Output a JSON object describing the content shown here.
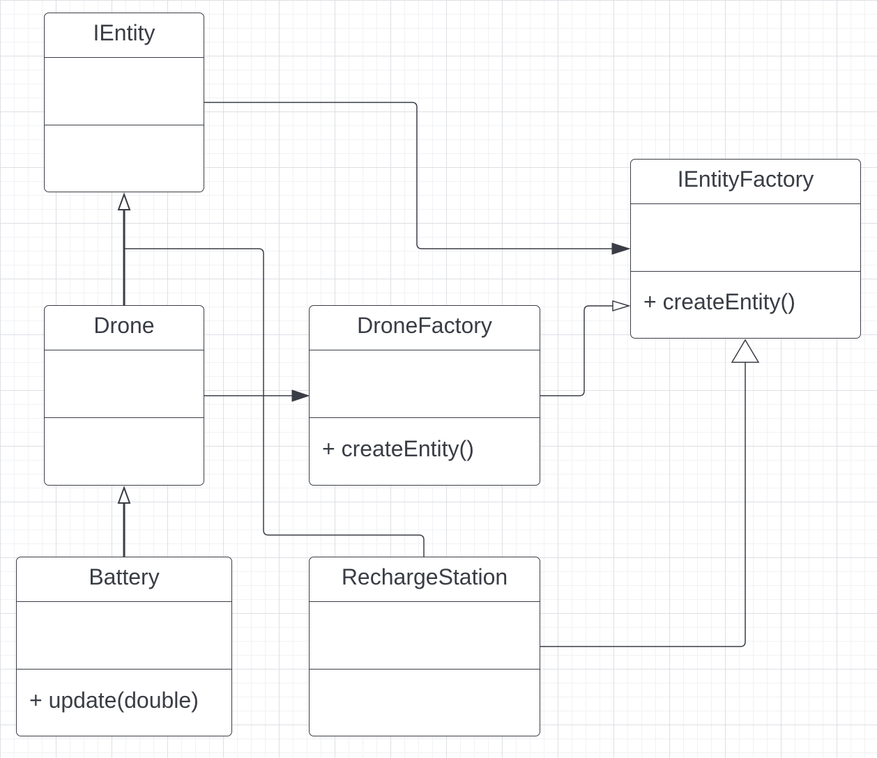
{
  "diagram": {
    "classes": {
      "ientity": {
        "name": "IEntity",
        "methods": ""
      },
      "ientityfactory": {
        "name": "IEntityFactory",
        "methods": "+ createEntity()"
      },
      "drone": {
        "name": "Drone",
        "methods": ""
      },
      "dronefactory": {
        "name": "DroneFactory",
        "methods": "+ createEntity()"
      },
      "battery": {
        "name": "Battery",
        "methods": "+ update(double)"
      },
      "rechargestation": {
        "name": "RechargeStation",
        "methods": ""
      }
    },
    "relationships": [
      {
        "from": "Drone",
        "to": "IEntity",
        "type": "generalization"
      },
      {
        "from": "Battery",
        "to": "Drone",
        "type": "generalization"
      },
      {
        "from": "RechargeStation",
        "to": "IEntity",
        "type": "generalization"
      },
      {
        "from": "RechargeStation",
        "to": "IEntityFactory",
        "type": "generalization"
      },
      {
        "from": "DroneFactory",
        "to": "IEntityFactory",
        "type": "generalization"
      },
      {
        "from": "IEntity",
        "to": "IEntityFactory",
        "type": "association"
      },
      {
        "from": "Drone",
        "to": "DroneFactory",
        "type": "association"
      }
    ],
    "colors": {
      "line": "#3a3d45",
      "background": "#ffffff",
      "grid": "#dcdfe4"
    }
  }
}
